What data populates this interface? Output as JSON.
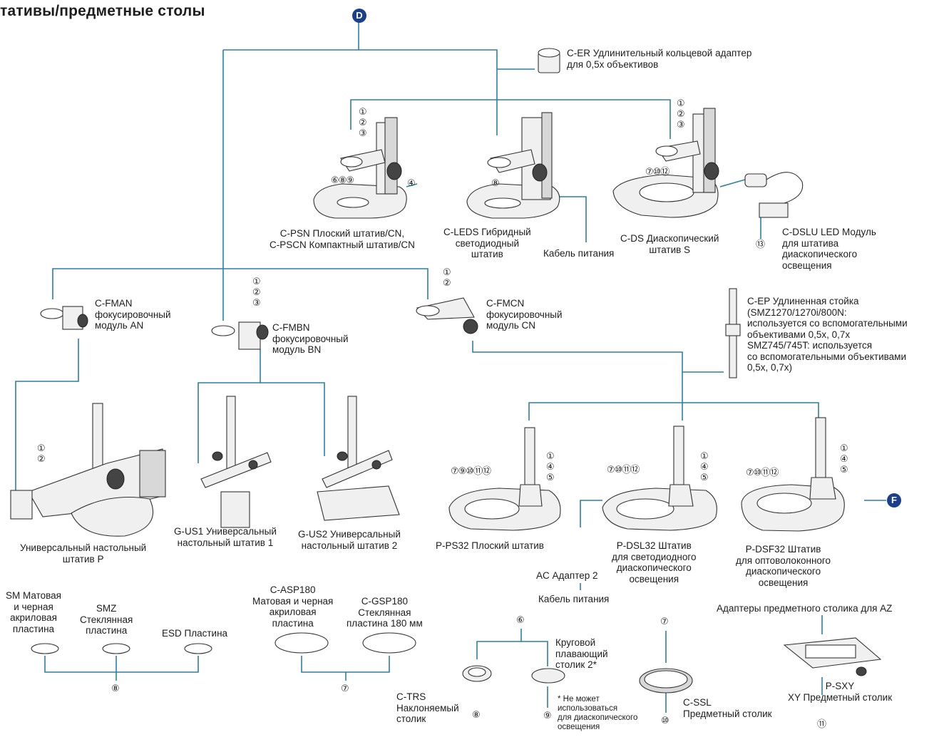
{
  "title": "тативы/предметные столы",
  "badges": {
    "d": "D",
    "f": "F"
  },
  "labels": {
    "c_er": "C-ER Удлинительный кольцевой адаптер\nдля 0,5x объективов",
    "c_psn": "C-PSN Плоский штатив/CN,\nC-PSCN Компактный штатив/CN",
    "c_leds": "C-LEDS Гибридный\nсветодиодный\nштатив",
    "cable1": "Кабель питания",
    "c_ds": "C-DS Диаскопический\nштатив S",
    "c_dslu": "C-DSLU LED Модуль\nдля штатива\nдиаскопического\nосвещения",
    "c_fman": "C-FMAN\nфокусировочный\nмодуль AN",
    "c_fmbn": "C-FMBN\nфокусировочный\nмодуль BN",
    "c_fmcn": "C-FMCN\nфокусировочный\nмодуль CN",
    "c_ep": "C-EP Удлиненная стойка\n(SMZ1270/1270i/800N:\nиспользуется со вспомогательными\nобъективами 0,5x, 0,7x\nSMZ745/745T: используется\nсо вспомогательными объективами\n0,5x, 0,7x)",
    "univ_p": "Универсальный настольный\nштатив P",
    "g_us1": "G-US1 Универсальный\nнастольный штатив 1",
    "g_us2": "G-US2 Универсальный\nнастольный штатив 2",
    "p_ps32": "P-PS32 Плоский штатив",
    "p_dsl32": "P-DSL32 Штатив\nдля светодиодного\nдиаскопического\nосвещения",
    "p_dsf32": "P-DSF32 Штатив\nдля оптоволоконного\nдиаскопического\nосвещения",
    "ac_adapter": "AC Адаптер 2",
    "cable2": "Кабель питания",
    "az_adapters": "Адаптеры предметного столика для AZ",
    "sm_plate": "SM Матовая\nи черная\nакриловая\nпластина",
    "smz_plate": "SMZ\nСтеклянная\nпластина",
    "esd_plate": "ESD Пластина",
    "c_asp180": "C-ASP180\nМатовая и черная\nакриловая\nпластина",
    "c_gsp180": "C-GSP180\nСтеклянная\nпластина 180 мм",
    "krug": "Круговой\nплавающий\nстолик 2*",
    "c_trs": "C-TRS\nНаклоняемый\nстолик",
    "note": "* Не может\nиспользоваться\nдля диаскопического\nосвещения",
    "c_ssl": "C-SSL\nПредметный столик",
    "p_sxy": "P-SXY\nXY Предметный столик"
  },
  "callouts": {
    "psn_123": "①\n②\n③",
    "psn_689": "⑥⑧⑨",
    "psn_4": "④",
    "leds_8": "⑧",
    "ds_123": "①\n②\n③",
    "ds_7_10_12": "⑦⑩⑫",
    "dslu_13": "⑬",
    "fmbn_123": "①\n②\n③",
    "fmcn_12": "①\n②",
    "univ_12": "①\n②",
    "ps32_145": "①\n④\n⑤",
    "ps32_7_9_10_11_12": "⑦⑨⑩⑪⑫",
    "dsl32_145": "①\n④\n⑤",
    "dsl32_7_10_11_12": "⑦⑩⑪⑫",
    "dsf32_145": "①\n④\n⑤",
    "dsf32_7_10_11_12": "⑦⑩⑪⑫",
    "plates_8": "⑧",
    "plates_7": "⑦",
    "krug_6": "⑥",
    "trs_8": "⑧",
    "krug_9": "⑨",
    "ssl_7": "⑦",
    "ssl_10": "⑩",
    "sxy_11": "⑪"
  },
  "colors": {
    "line": "#2d7fa6",
    "badge": "#1b3f8a",
    "text": "#1d1d1b"
  }
}
